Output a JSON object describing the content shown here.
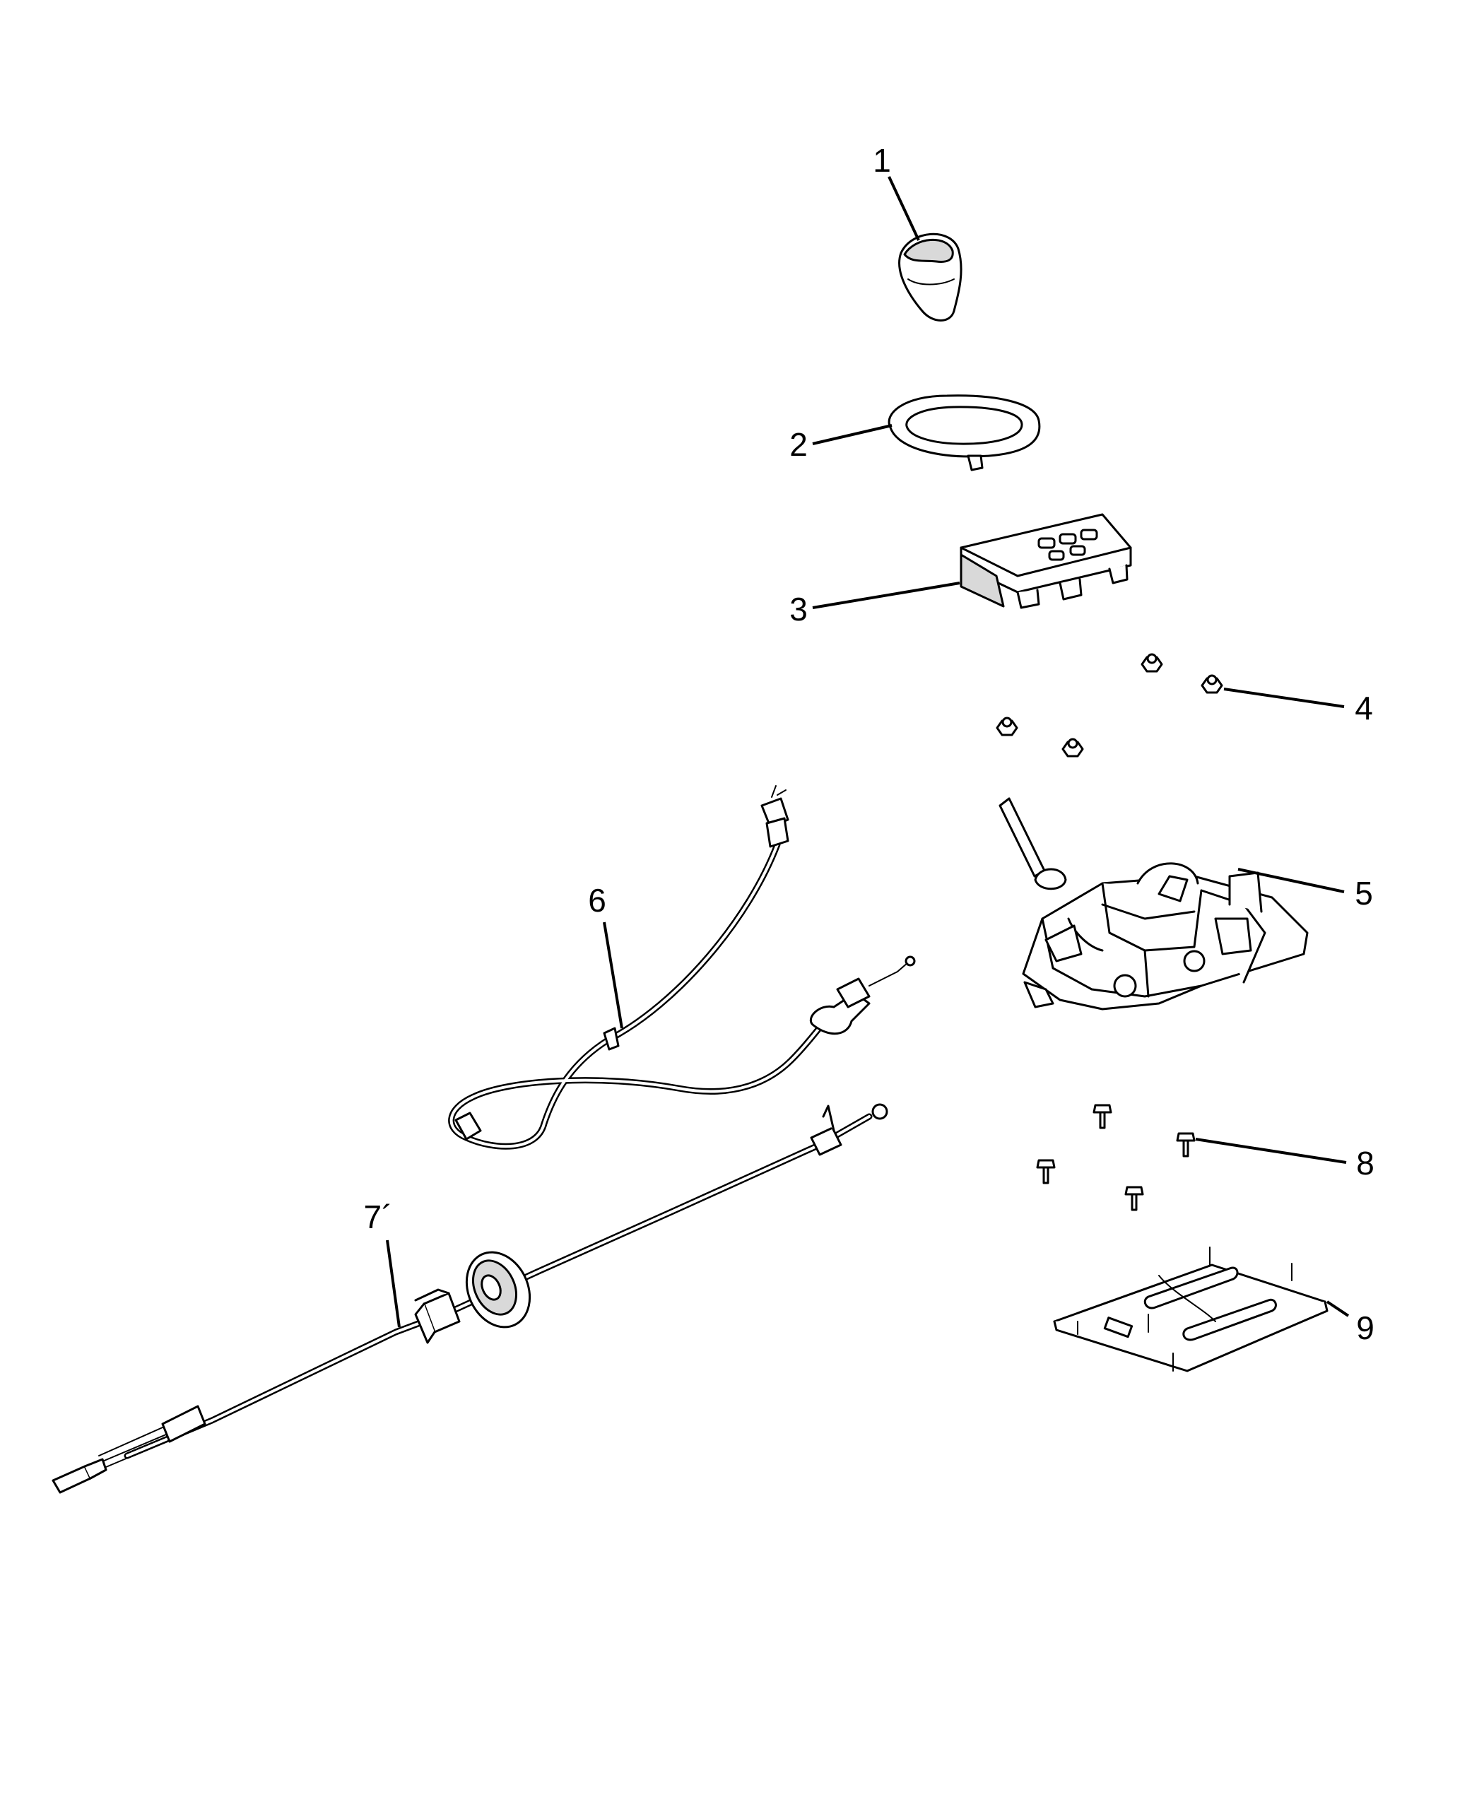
{
  "callouts": [
    {
      "id": "1",
      "label": "1"
    },
    {
      "id": "2",
      "label": "2"
    },
    {
      "id": "3",
      "label": "3"
    },
    {
      "id": "4",
      "label": "4"
    },
    {
      "id": "5",
      "label": "5"
    },
    {
      "id": "6",
      "label": "6"
    },
    {
      "id": "7",
      "label": "7´"
    },
    {
      "id": "8",
      "label": "8"
    },
    {
      "id": "9",
      "label": "9"
    }
  ],
  "colors": {
    "line": "#000000",
    "background": "#ffffff",
    "shade": "#d9d9d9"
  }
}
